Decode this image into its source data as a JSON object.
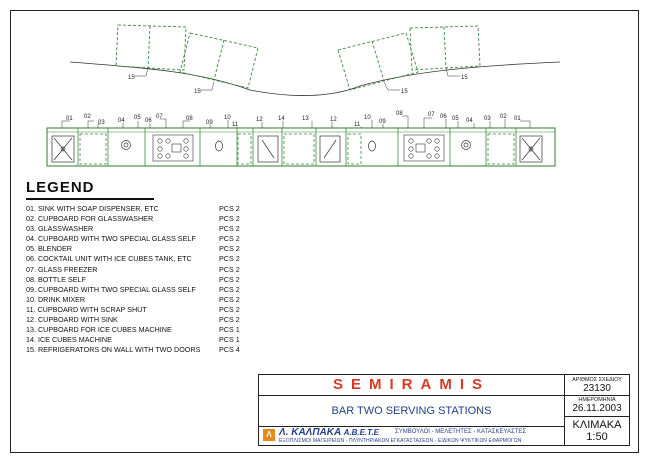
{
  "legend": {
    "title": "LEGEND",
    "items": [
      {
        "label": "01. SINK WITH SOAP DISPENSER, ETC",
        "qty": "PCS  2"
      },
      {
        "label": "02. CUPBOARD FOR GLASSWASHER",
        "qty": "PCS  2"
      },
      {
        "label": "03. GLASSWASHER",
        "qty": "PCS  2"
      },
      {
        "label": "04. CUPBOARD WITH TWO SPECIAL GLASS SELF",
        "qty": "PCS  2"
      },
      {
        "label": "05. BLENDER",
        "qty": "PCS  2"
      },
      {
        "label": "06. COCKTAIL UNIT WITH ICE CUBES TANK, ETC",
        "qty": "PCS  2"
      },
      {
        "label": "07. GLASS FREEZER",
        "qty": "PCS  2"
      },
      {
        "label": "08. BOTTLE SELF",
        "qty": "PCS  2"
      },
      {
        "label": "09. CUPBOARD WITH TWO SPECIAL GLASS SELF",
        "qty": "PCS  2"
      },
      {
        "label": "10. DRINK MIXER",
        "qty": "PCS  2"
      },
      {
        "label": "11. CUPBOARD WITH SCRAP SHUT",
        "qty": "PCS  2"
      },
      {
        "label": "12. CUPBOARD WITH SINK",
        "qty": "PCS  2"
      },
      {
        "label": "13. CUPBOARD FOR ICE CUBES MACHINE",
        "qty": "PCS  1"
      },
      {
        "label": "14. ICE CUBES MACHINE",
        "qty": "PCS  1"
      },
      {
        "label": "15. REFRIGERATORS ON WALL WITH TWO DOORS",
        "qty": "PCS  4"
      }
    ]
  },
  "drawing": {
    "top_tags": [
      "15",
      "15",
      "15",
      "15"
    ],
    "left_station_tags": [
      "01",
      "02",
      "03",
      "04",
      "05",
      "06",
      "07",
      "08",
      "09",
      "10",
      "11"
    ],
    "center_tags": [
      "12",
      "14",
      "13",
      "12"
    ],
    "right_station_tags": [
      "11",
      "10",
      "09",
      "08",
      "07",
      "06",
      "05",
      "04",
      "03",
      "02",
      "01"
    ]
  },
  "title_block": {
    "project": "SEMIRAMIS",
    "description": "BAR TWO SERVING STATIONS",
    "company_logo": "Λ",
    "company_name": "Λ. ΚΑΛΠΑΚΑ",
    "company_legal": "Α.Β.Ε.Τ.Ε",
    "company_tagline": "ΣΥΜΒΟΥΛΟΙ - ΜΕΛΕΤΗΤΕΣ - ΚΑΤΑΣΚΕΥΑΣΤΕΣ",
    "company_sub": "ΕΞΟΠΛΙΣΜΟΙ ΜΑΓΕΙΡΕΙΩΝ - ΠΛΥΝΤΗΡΙΑΚΩΝ ΕΓΚΑΤΑΣΤΑΣΕΩΝ - ΕΙΔΙΚΩΝ ΨΥΚΤΙΚΩΝ ΕΦΑΡΜΟΓΩΝ",
    "drawing_no_label": "ΑΡΙΘΜΟΣ ΣΧΕΔΙΟΥ",
    "drawing_no": "23130",
    "date_label": "ΗΜΕΡΟΜΗΝΙΑ",
    "date": "26.11.2003",
    "scale_label": "ΚΛΙΜΑΚΑ",
    "scale": "1:50"
  },
  "colors": {
    "outline": "#3f8a3f",
    "project": "#d63b2a",
    "text_blue": "#233f8c",
    "logo": "#e8891e"
  }
}
